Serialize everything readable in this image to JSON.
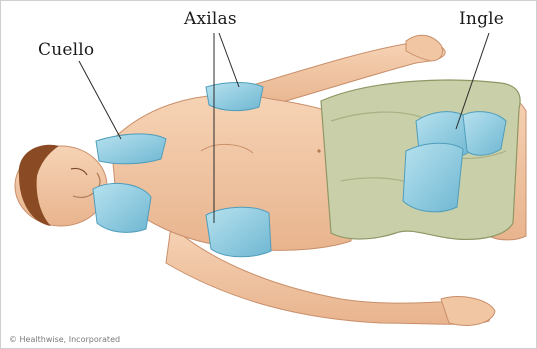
{
  "labels": {
    "neck": "Cuello",
    "armpits": "Axilas",
    "groin": "Ingle"
  },
  "credit": "© Healthwise, Incorporated",
  "colors": {
    "skin": "#f3c9a6",
    "skin_shadow": "#dca27c",
    "shorts": "#c9cfa8",
    "shorts_shadow": "#a9b083",
    "ice_pack": "#8ecbe0",
    "ice_pack_edge": "#4f9dbb",
    "hair": "#8a4a23",
    "leader_line": "#2b2b2b"
  }
}
